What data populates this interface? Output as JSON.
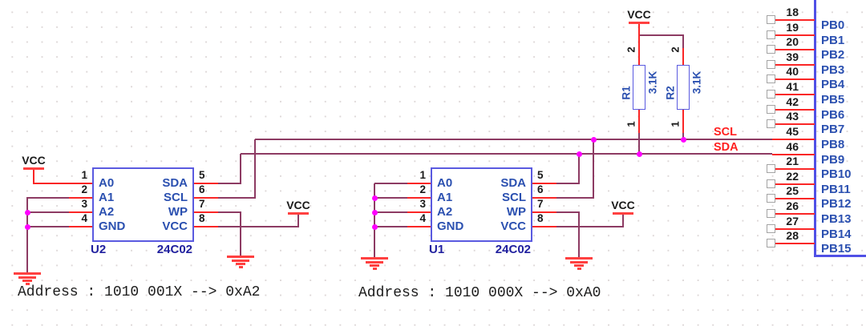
{
  "power_net": "VCC",
  "nets": {
    "scl": "SCL",
    "sda": "SDA"
  },
  "chips": [
    {
      "ref": "U2",
      "part": "24C02",
      "pins_left": [
        {
          "num": "1",
          "name": "A0"
        },
        {
          "num": "2",
          "name": "A1"
        },
        {
          "num": "3",
          "name": "A2"
        },
        {
          "num": "4",
          "name": "GND"
        }
      ],
      "pins_right": [
        {
          "num": "5",
          "name": "SDA"
        },
        {
          "num": "6",
          "name": "SCL"
        },
        {
          "num": "7",
          "name": "WP"
        },
        {
          "num": "8",
          "name": "VCC"
        }
      ]
    },
    {
      "ref": "U1",
      "part": "24C02",
      "pins_left": [
        {
          "num": "1",
          "name": "A0"
        },
        {
          "num": "2",
          "name": "A1"
        },
        {
          "num": "3",
          "name": "A2"
        },
        {
          "num": "4",
          "name": "GND"
        }
      ],
      "pins_right": [
        {
          "num": "5",
          "name": "SDA"
        },
        {
          "num": "6",
          "name": "SCL"
        },
        {
          "num": "7",
          "name": "WP"
        },
        {
          "num": "8",
          "name": "VCC"
        }
      ]
    }
  ],
  "resistors": [
    {
      "ref": "R1",
      "value": "3.1K",
      "pin_top": "2",
      "pin_bottom": "1",
      "connects_to": "SDA"
    },
    {
      "ref": "R2",
      "value": "3.1K",
      "pin_top": "2",
      "pin_bottom": "1",
      "connects_to": "SCL"
    }
  ],
  "connector": {
    "rows": [
      {
        "pin": "18",
        "port": "PB0",
        "connected": false
      },
      {
        "pin": "19",
        "port": "PB1",
        "connected": false
      },
      {
        "pin": "20",
        "port": "PB2",
        "connected": false
      },
      {
        "pin": "39",
        "port": "PB3",
        "connected": false
      },
      {
        "pin": "40",
        "port": "PB4",
        "connected": false
      },
      {
        "pin": "41",
        "port": "PB5",
        "connected": false
      },
      {
        "pin": "42",
        "port": "PB6",
        "connected": false
      },
      {
        "pin": "43",
        "port": "PB7",
        "connected": false
      },
      {
        "pin": "45",
        "port": "PB8",
        "connected": true,
        "net": "SCL"
      },
      {
        "pin": "46",
        "port": "PB9",
        "connected": true,
        "net": "SDA"
      },
      {
        "pin": "21",
        "port": "PB10",
        "connected": false
      },
      {
        "pin": "22",
        "port": "PB11",
        "connected": false
      },
      {
        "pin": "25",
        "port": "PB12",
        "connected": false
      },
      {
        "pin": "26",
        "port": "PB13",
        "connected": false
      },
      {
        "pin": "27",
        "port": "PB14",
        "connected": false
      },
      {
        "pin": "28",
        "port": "PB15",
        "connected": false
      }
    ]
  },
  "annotations": [
    "Address : 1010 001X --> 0xA2",
    "Address : 1010 000X --> 0xA0"
  ],
  "colors": {
    "wire": "#8D3B63",
    "pin": "#FA2626",
    "junction": "#FF00FF",
    "symred": "#FF4040",
    "compblue": "#5A5AE0",
    "textblue": "#2B50B0",
    "desblue": "#1F1F9E",
    "netred": "#FF2020",
    "black": "#1A1A1A",
    "sqgray": "#A3A3A3",
    "connblue": "#5050E6"
  }
}
